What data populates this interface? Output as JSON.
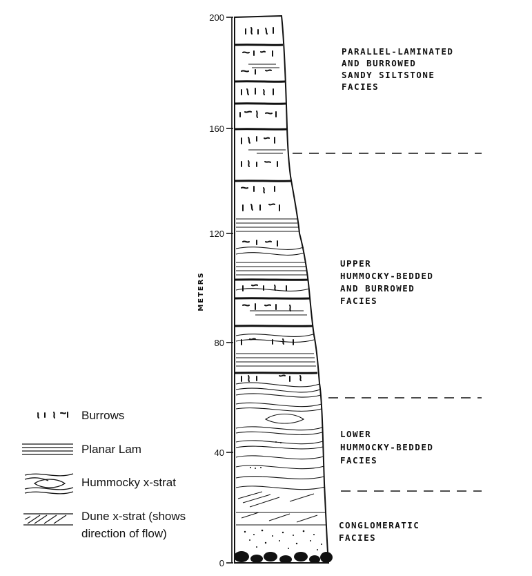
{
  "axis": {
    "label": "METERS",
    "ticks": [
      "0",
      "40",
      "80",
      "120",
      "160",
      "200"
    ]
  },
  "facies": [
    {
      "id": "parallel",
      "lines": [
        "PARALLEL-LAMINATED",
        "AND BURROWED",
        "SANDY SILTSTONE",
        "FACIES"
      ],
      "top_m": 200,
      "bottom_m": 150
    },
    {
      "id": "upper",
      "lines": [
        "UPPER",
        "HUMMOCKY-BEDDED",
        "AND BURROWED",
        "FACIES"
      ],
      "top_m": 150,
      "bottom_m": 60
    },
    {
      "id": "lower",
      "lines": [
        "LOWER",
        "HUMMOCKY-BEDDED",
        "FACIES"
      ],
      "top_m": 60,
      "bottom_m": 26
    },
    {
      "id": "conglomeratic",
      "lines": [
        "CONGLOMERATIC",
        "FACIES"
      ],
      "top_m": 26,
      "bottom_m": 0
    }
  ],
  "legend": {
    "burrows": "Burrows",
    "planar": "Planar Lam",
    "hummocky": "Hummocky x-strat",
    "dune_line1": "Dune x-strat (shows",
    "dune_line2": "direction of flow)"
  },
  "colors": {
    "ink": "#111111",
    "paper": "#ffffff"
  }
}
